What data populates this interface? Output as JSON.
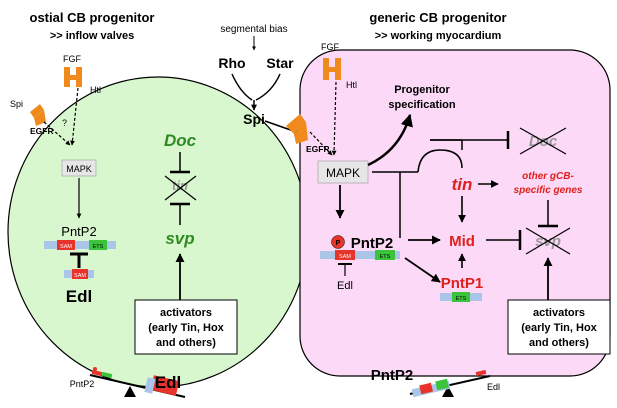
{
  "left": {
    "title": "ostial CB progenitor",
    "subtitle": ">> inflow valves",
    "fgf": "FGF",
    "htl": "Htl",
    "spi": "Spi",
    "egfr": "EGFR",
    "question": "?",
    "mapk": "MAPK",
    "pntp2": "PntP2",
    "sam": "SAM",
    "ets": "ETS",
    "sam2": "SAM",
    "edl": "Edl",
    "doc": "Doc",
    "tin": "tin",
    "svp": "svp",
    "activators": [
      "activators",
      "(early Tin, Hox",
      "and others)"
    ],
    "balance_left": "PntP2",
    "balance_right": "Edl"
  },
  "middle": {
    "segmental_bias": "segmental bias",
    "rho": "Rho",
    "star": "Star",
    "spi": "Spi"
  },
  "right": {
    "title": "generic CB progenitor",
    "subtitle": ">> working myocardium",
    "fgf": "FGF",
    "htl": "Htl",
    "egfr": "EGFR",
    "progenitor": [
      "Progenitor",
      "specification"
    ],
    "mapk": "MAPK",
    "doc": "Doc",
    "tin": "tin",
    "other_genes": [
      "other gCB-",
      "specific genes"
    ],
    "p_badge": "P",
    "pntp2": "PntP2",
    "sam": "SAM",
    "ets": "ETS",
    "edl": "Edl",
    "mid": "Mid",
    "svp": "svp",
    "pntp1": "PntP1",
    "ets2": "ETS",
    "activators": [
      "activators",
      "(early Tin, Hox",
      "and others)"
    ],
    "balance_label": "PntP2",
    "balance_right": "Edl"
  },
  "colors": {
    "left_bg": "#d9f7cf",
    "right_bg": "#fcd9f6",
    "orange": "#f08a1c",
    "green_text": "#2e8b22",
    "red_text": "#e0201c",
    "sam_red": "#e8332a",
    "ets_green": "#3bc43b",
    "domain_blue": "#a9c6e8"
  }
}
